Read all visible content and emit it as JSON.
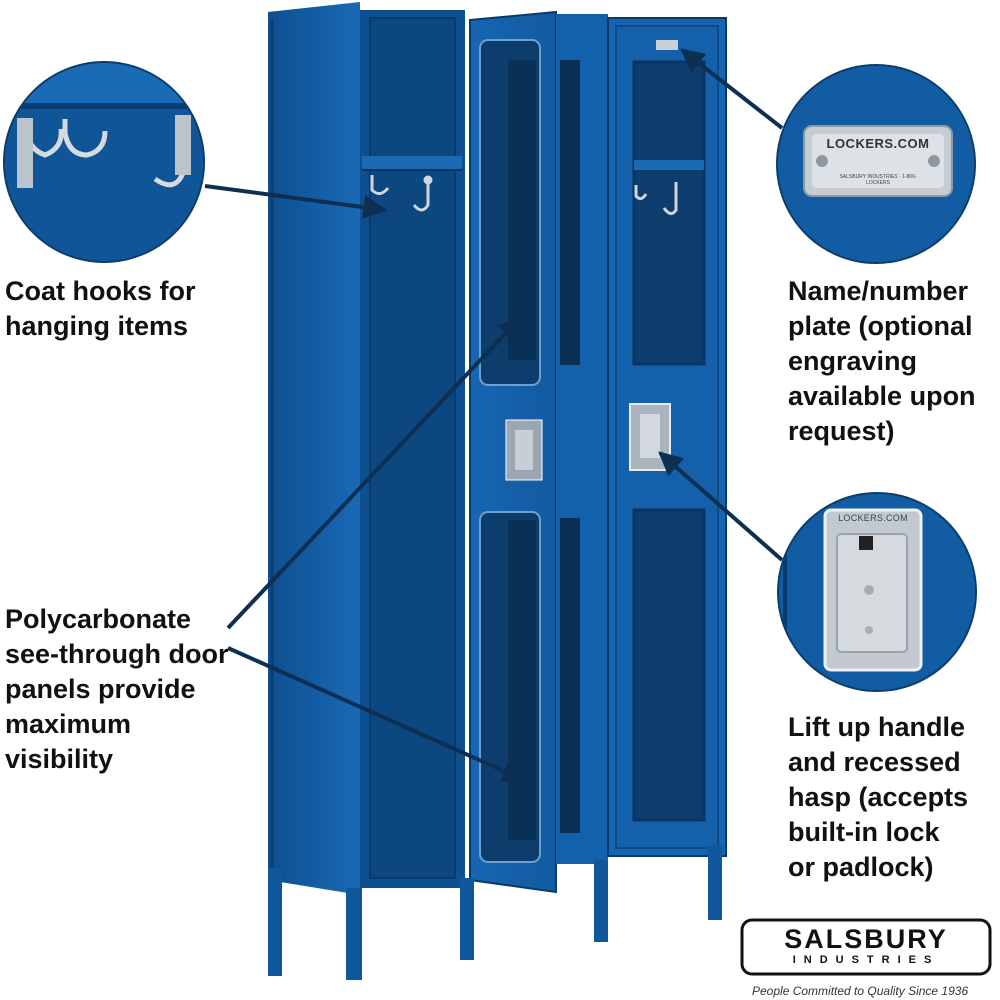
{
  "callouts": {
    "coat_hooks": "Coat hooks for\nhanging items",
    "polycarbonate": "Polycarbonate\nsee-through door\npanels provide\nmaximum\nvisibility",
    "name_plate": "Name/number\nplate (optional\nengraving\navailable upon\nrequest)",
    "handle": "Lift up handle\nand recessed\nhasp (accepts\nbuilt-in lock\nor padlock)"
  },
  "plate": {
    "brand": "LOCKERS.COM",
    "small": "SALSBURY INDUSTRIES · 1-800-LOCKERS"
  },
  "handle_plate": {
    "brand": "LOCKERS.COM"
  },
  "logo": {
    "name": "SALSBURY",
    "sub": "INDUSTRIES",
    "tagline": "People Committed to Quality Since 1936"
  },
  "colors": {
    "locker_blue": "#1560a8",
    "locker_dark": "#0b3f73",
    "text": "#111111"
  }
}
